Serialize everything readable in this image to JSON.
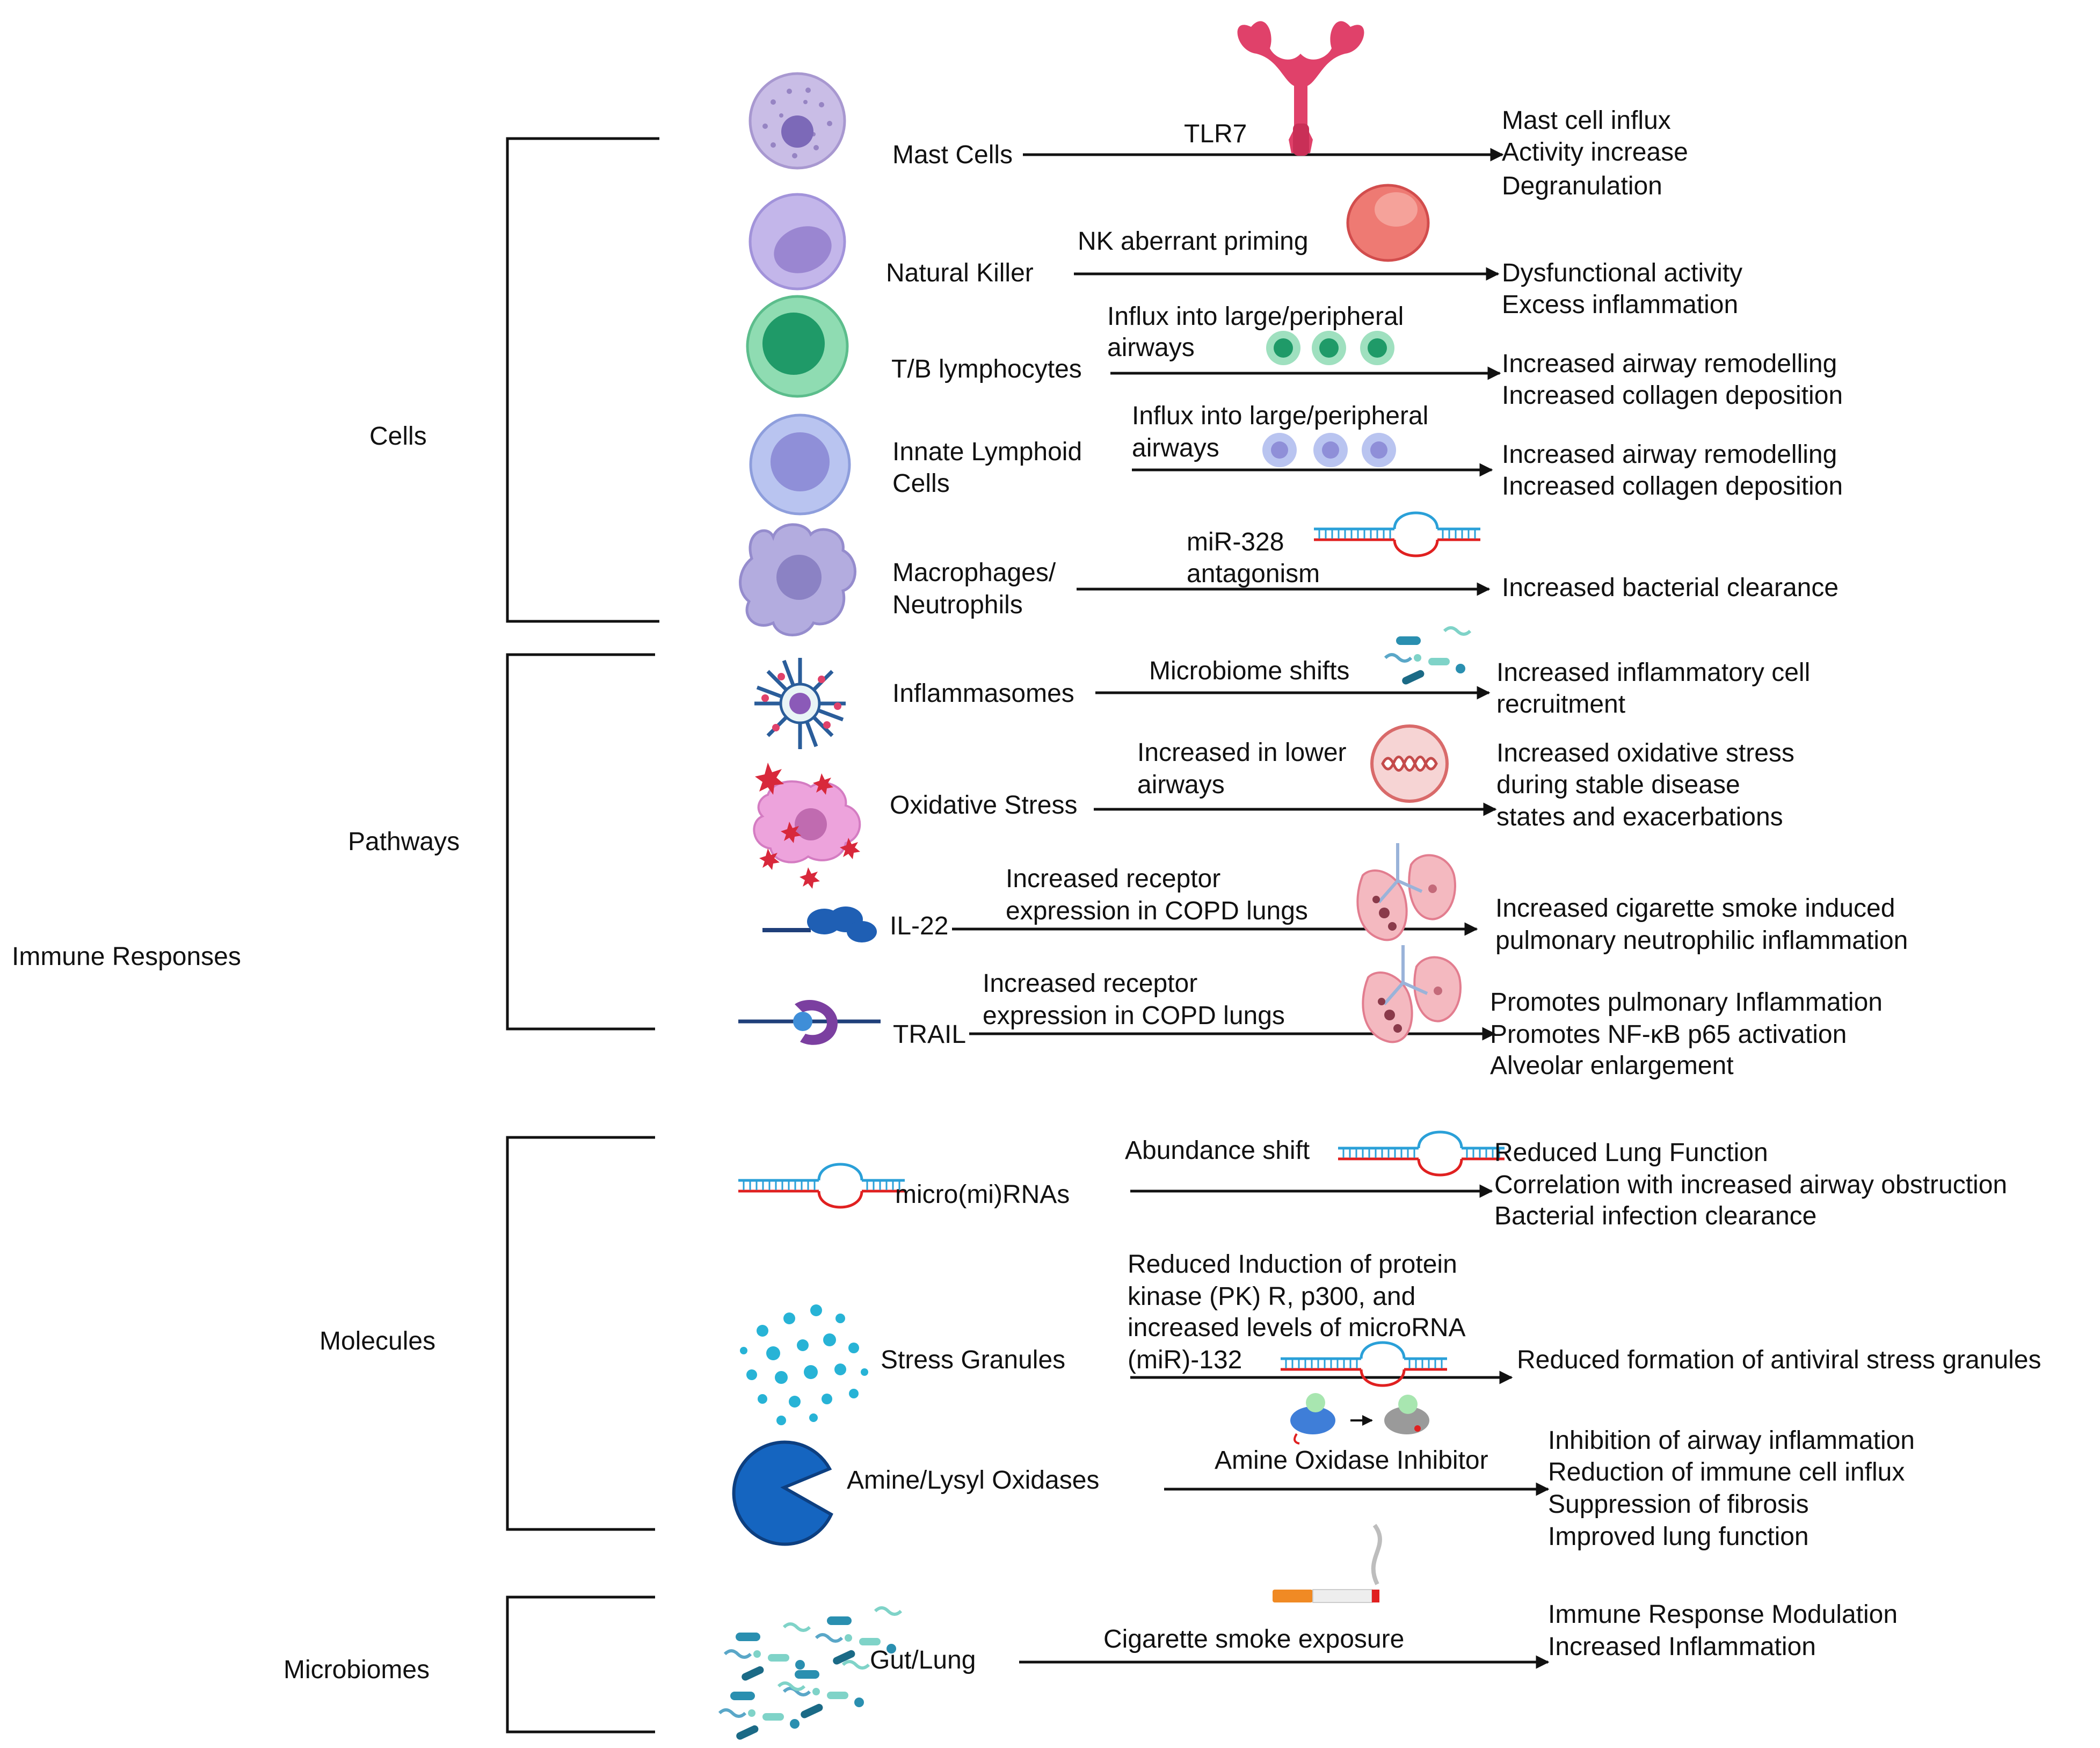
{
  "root_label": "Immune Responses",
  "groups": [
    {
      "label": "Cells"
    },
    {
      "label": "Pathways"
    },
    {
      "label": "Molecules"
    },
    {
      "label": "Microbiomes"
    }
  ],
  "rows": [
    {
      "name": "Mast Cells",
      "mid": [
        "TLR7"
      ],
      "out": [
        "Mast cell influx",
        "Activity increase",
        "Degranulation"
      ]
    },
    {
      "name": "Natural Killer",
      "mid": [
        "NK aberrant priming"
      ],
      "out": [
        "Dysfunctional activity",
        "Excess inflammation"
      ]
    },
    {
      "name": "T/B lymphocytes",
      "mid": [
        "Influx into large/peripheral",
        "airways"
      ],
      "out": [
        "Increased airway remodelling",
        "Increased collagen deposition"
      ]
    },
    {
      "name": [
        "Innate Lymphoid",
        "Cells"
      ],
      "mid": [
        "Influx into large/peripheral",
        "airways"
      ],
      "out": [
        "Increased airway remodelling",
        "Increased collagen deposition"
      ]
    },
    {
      "name": [
        "Macrophages/",
        "Neutrophils"
      ],
      "mid": [
        "miR-328",
        "antagonism"
      ],
      "out": [
        "Increased bacterial clearance"
      ]
    },
    {
      "name": "Inflammasomes",
      "mid": [
        "Microbiome shifts"
      ],
      "out": [
        "Increased inflammatory cell",
        "recruitment"
      ]
    },
    {
      "name": "Oxidative Stress",
      "mid": [
        "Increased in lower",
        "airways"
      ],
      "out": [
        "Increased oxidative stress",
        "during stable disease",
        "states and exacerbations"
      ]
    },
    {
      "name": "IL-22",
      "mid": [
        "Increased receptor",
        "expression in COPD lungs"
      ],
      "out": [
        "Increased cigarette smoke induced",
        "pulmonary neutrophilic inflammation"
      ]
    },
    {
      "name": "TRAIL",
      "mid": [
        "Increased receptor",
        "expression in COPD lungs"
      ],
      "out": [
        "Promotes pulmonary Inflammation",
        "Promotes NF-κB p65 activation",
        "Alveolar enlargement"
      ]
    },
    {
      "name": "micro(mi)RNAs",
      "mid": [
        "Abundance shift"
      ],
      "out": [
        "Reduced Lung Function",
        "Correlation with increased airway obstruction",
        "Bacterial infection clearance"
      ]
    },
    {
      "name": "Stress Granules",
      "mid": [
        "Reduced Induction of protein",
        "kinase (PK) R, p300, and",
        "increased levels of microRNA",
        "(miR)-132"
      ],
      "out": [
        "Reduced formation of antiviral stress granules"
      ]
    },
    {
      "name": "Amine/Lysyl Oxidases",
      "mid": [
        "Amine Oxidase Inhibitor"
      ],
      "out": [
        "Inhibition of airway inflammation",
        "Reduction of immune cell influx",
        "Suppression of fibrosis",
        "Improved lung function"
      ]
    },
    {
      "name": "Gut/Lung",
      "mid": [
        "Cigarette smoke exposure"
      ],
      "out": [
        "Immune Response Modulation",
        "Increased Inflammation"
      ]
    }
  ],
  "icons": [
    "mast-cell-icon",
    "nk-cell-icon",
    "lymphocyte-icon",
    "ilc-cell-icon",
    "macrophage-icon",
    "inflammasome-icon",
    "oxidative-stress-icon",
    "il22-receptor-icon",
    "trail-receptor-icon",
    "mirna-icon",
    "stress-granules-icon",
    "oxidase-pacman-icon",
    "microbiome-icon",
    "uterus-tlr7-icon",
    "nk-red-cell-icon",
    "green-cells-icon",
    "blue-cells-icon",
    "mirna-hairpin-icon",
    "bacteria-icon",
    "airway-cross-section-icon",
    "lungs-icon",
    "cigarette-icon",
    "inhibitor-icon"
  ],
  "colors": {
    "line": "#111111",
    "mast": "#b7a6d6",
    "nk": "#a99ae0",
    "lymph": "#7fd3a8",
    "lymph_core": "#1f9a68",
    "ilc": "#aab7ea",
    "mac": "#b3acdf",
    "tlr7": "#e0416a",
    "red_cell": "#e65b5b",
    "oxid": "#e88fd6",
    "star": "#d8283b",
    "il22": "#1f5fb4",
    "trail": "#7b3fa0",
    "mirna_blue": "#2aa0d8",
    "mirna_red": "#e02020",
    "granule": "#27b3d6",
    "pacman": "#1565c0",
    "bacteria": "#2a8fb0"
  }
}
